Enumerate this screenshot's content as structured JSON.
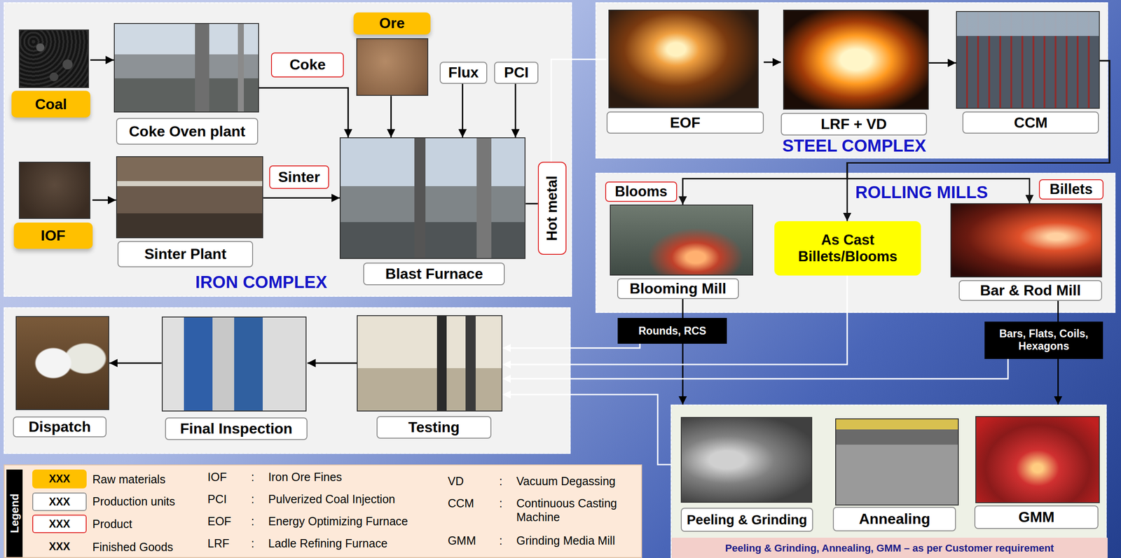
{
  "diagram": {
    "nodes": [
      {
        "text": [
          "IRON COMPLEX"
        ]
      },
      {
        "text": [
          "Coal"
        ],
        "in": 0
      },
      {
        "text": [
          "Coke Oven plant"
        ],
        "in": 0
      },
      {
        "text": [
          "Coke"
        ],
        "in": 0
      },
      {
        "text": [
          "Ore"
        ],
        "in": 0
      },
      {
        "text": [
          "IOF"
        ],
        "in": 0
      },
      {
        "text": [
          "Sinter Plant"
        ],
        "in": 0
      },
      {
        "text": [
          "Sinter"
        ],
        "in": 0
      },
      {
        "text": [
          "Flux"
        ],
        "in": 0
      },
      {
        "text": [
          "PCI"
        ],
        "in": 0
      },
      {
        "text": [
          "Blast Furnace"
        ],
        "in": 0
      },
      {
        "text": [
          "Hot metal"
        ],
        "in": 0
      },
      {
        "text": [
          "STEEL COMPLEX"
        ]
      },
      {
        "text": [
          "EOF"
        ],
        "in": 12
      },
      {
        "text": [
          "LRF + VD"
        ],
        "in": 12
      },
      {
        "text": [
          "CCM"
        ],
        "in": 12
      },
      {
        "text": [
          "ROLLING MILLS"
        ]
      },
      {
        "text": [
          "Blooms"
        ],
        "in": 16
      },
      {
        "text": [
          "Blooming Mill"
        ],
        "in": 16
      },
      {
        "text": [
          "As Cast Billets/Blooms"
        ],
        "in": 16
      },
      {
        "text": [
          "Billets"
        ],
        "in": 16
      },
      {
        "text": [
          "Bar & Rod Mill"
        ],
        "in": 16
      },
      {
        "text": [
          "Rounds, RCS"
        ]
      },
      {
        "text": [
          "Bars, Flats, Coils, Hexagons"
        ]
      },
      {
        "text": [
          "Dispatch"
        ]
      },
      {
        "text": [
          "Final Inspection"
        ]
      },
      {
        "text": [
          "Testing"
        ]
      },
      {
        "text": [
          "Peeling & Grinding, Annealing, GMM – as per Customer requirement"
        ]
      },
      {
        "text": [
          "Peeling & Grinding"
        ],
        "in": 27
      },
      {
        "text": [
          "Annealing"
        ],
        "in": 27
      },
      {
        "text": [
          "GMM"
        ],
        "in": 27
      }
    ],
    "edges": [
      {
        "from": 1,
        "to": 2,
        "arrow": "to"
      },
      {
        "from": 2,
        "to": 10,
        "arrow": "to"
      },
      {
        "from": 4,
        "to": 10,
        "arrow": "to"
      },
      {
        "from": 8,
        "to": 10,
        "arrow": "to"
      },
      {
        "from": 9,
        "to": 10,
        "arrow": "to"
      },
      {
        "from": 5,
        "to": 6,
        "arrow": "to"
      },
      {
        "from": 6,
        "to": 10,
        "arrow": "to"
      },
      {
        "from": 10,
        "to": 11,
        "arrow": "none"
      },
      {
        "from": 11,
        "to": 13,
        "arrow": "none"
      },
      {
        "from": 13,
        "to": 14,
        "arrow": "to"
      },
      {
        "from": 14,
        "to": 15,
        "arrow": "to"
      },
      {
        "from": 15,
        "to": 18,
        "arrow": "to"
      },
      {
        "from": 15,
        "to": 19,
        "arrow": "to"
      },
      {
        "from": 15,
        "to": 21,
        "arrow": "to"
      },
      {
        "from": 18,
        "to": 22,
        "arrow": "none"
      },
      {
        "from": 22,
        "to": 27,
        "arrow": "to"
      },
      {
        "from": 22,
        "to": 26,
        "arrow": "to"
      },
      {
        "from": 19,
        "to": 26,
        "arrow": "to"
      },
      {
        "from": 21,
        "to": 23,
        "arrow": "none"
      },
      {
        "from": 23,
        "to": 27,
        "arrow": "to"
      },
      {
        "from": 23,
        "to": 26,
        "arrow": "to"
      },
      {
        "from": 27,
        "to": 26,
        "arrow": "to"
      },
      {
        "from": 26,
        "to": 25,
        "arrow": "to"
      },
      {
        "from": 25,
        "to": 24,
        "arrow": "to"
      }
    ],
    "labels": [
      "Legend",
      "XXX",
      "XXX",
      "XXX",
      "XXX",
      "IOF",
      ":",
      "Iron Ore Fines",
      "PCI",
      ":",
      "Pulverized Coal Injection",
      "EOF",
      ":",
      "Energy Optimizing Furnace",
      "LRF",
      ":",
      "Ladle Refining Furnace",
      "VD",
      ":",
      "Vacuum Degassing",
      "CCM",
      ":",
      "Continuous Casting Machine",
      "GMM",
      ":",
      "Grinding Media Mill"
    ],
    "legend": [
      {
        "text": "Raw materials",
        "color": "#ffc000"
      },
      {
        "text": "Production units"
      },
      {
        "text": "Product"
      },
      {
        "text": "Finished Goods"
      }
    ]
  }
}
